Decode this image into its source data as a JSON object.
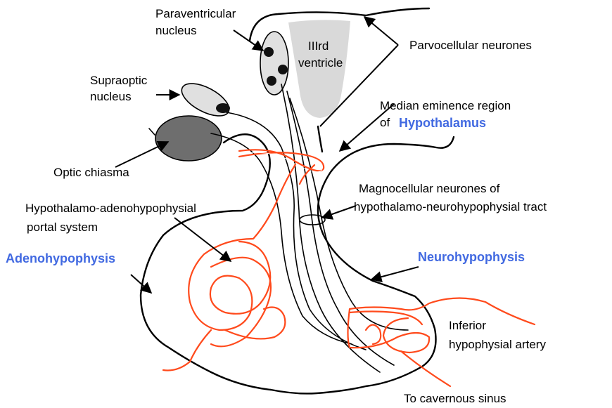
{
  "labels": {
    "paraventricular_line1": "Paraventricular",
    "paraventricular_line2": "nucleus",
    "ventricle_line1": "IIIrd",
    "ventricle_line2": "ventricle",
    "parvocellular": "Parvocellular neurones",
    "supraoptic_line1": "Supraoptic",
    "supraoptic_line2": "nucleus",
    "median_eminence_line1": "Median eminence region",
    "median_eminence_of": "of",
    "hypothalamus": "Hypothalamus",
    "optic_chiasma": "Optic chiasma",
    "magnocellular_line1": "Magnocellular neurones of",
    "magnocellular_line2": "hypothalamo-neurohypophysial tract",
    "portal_line1": "Hypothalamo-adenohypophysial",
    "portal_line2": "portal system",
    "adenohypophysis": "Adenohypophysis",
    "neurohypophysis": "Neurohypophysis",
    "inferior_line1": "Inferior",
    "inferior_line2": "hypophysial artery",
    "cavernous": "To cavernous sinus"
  },
  "colors": {
    "highlight_text": "#4169e1",
    "vessel": "#ff4a1c",
    "ventricle_fill": "#d9d9d9",
    "nucleus_fill": "#e0e0e0",
    "chiasma_fill": "#6e6e6e",
    "neuron_body": "#111111"
  }
}
